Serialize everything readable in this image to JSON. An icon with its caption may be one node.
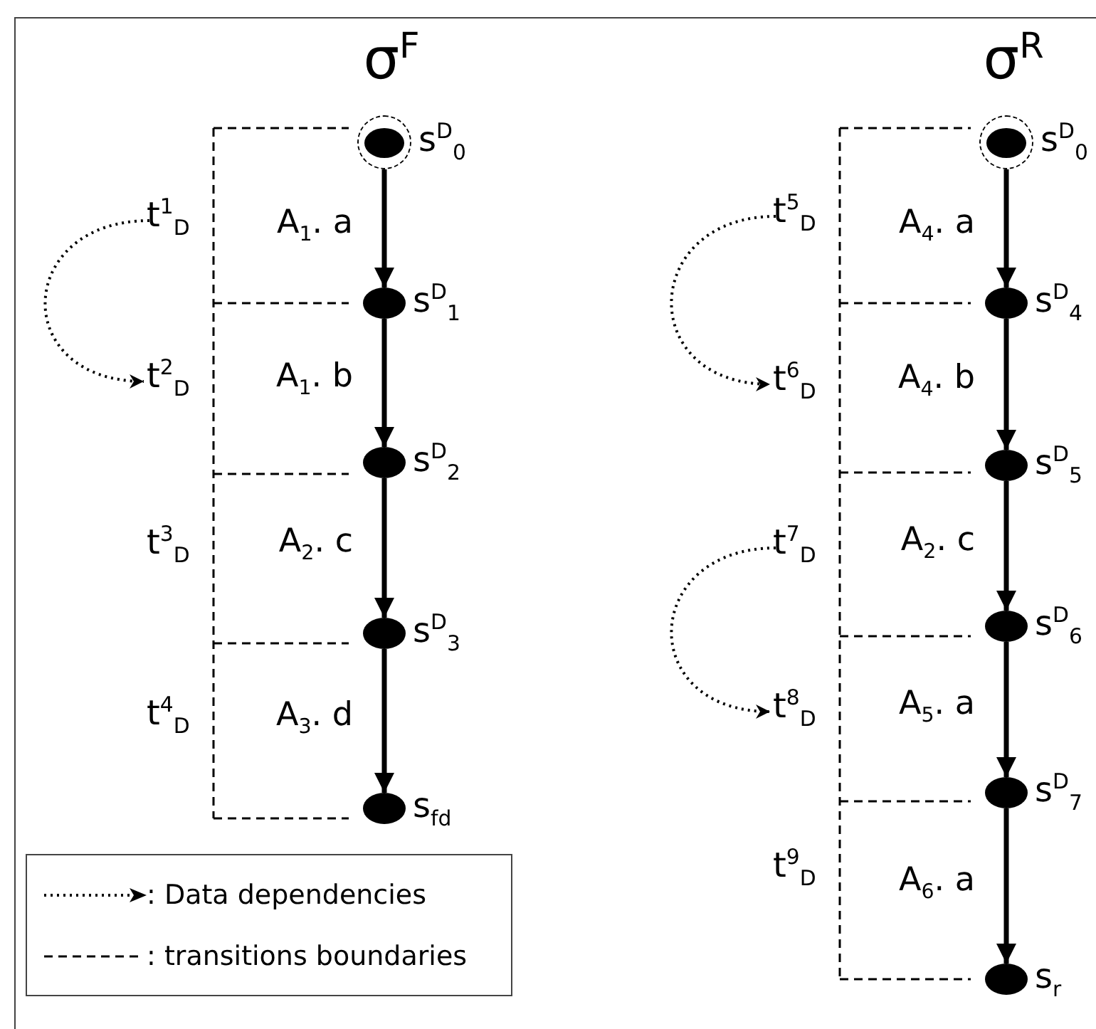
{
  "diagram": {
    "nodes": [
      {
        "text": [],
        "shape": "circle",
        "beside": [
          "s$^{D}$$_{0}$"
        ]
      },
      {
        "text": [],
        "shape": "circle",
        "beside": [
          "s$^{D}$$_{1}$"
        ]
      },
      {
        "text": [],
        "shape": "circle",
        "beside": [
          "s$^{D}$$_{2}$"
        ]
      },
      {
        "text": [],
        "shape": "circle",
        "beside": [
          "s$^{D}$$_{3}$"
        ]
      },
      {
        "text": [],
        "shape": "circle",
        "beside": [
          "s$_{fd}$"
        ]
      },
      {
        "text": [
          "t$^{1}$$_{D}$"
        ]
      },
      {
        "text": [
          "t$^{2}$$_{D}$"
        ]
      },
      {
        "text": [
          "t$^{3}$$_{D}$"
        ]
      },
      {
        "text": [
          "t$^{4}$$_{D}$"
        ]
      },
      {
        "text": [],
        "shape": "circle",
        "beside": [
          "s$^{D}$$_{0}$"
        ]
      },
      {
        "text": [],
        "shape": "circle",
        "beside": [
          "s$^{D}$$_{4}$"
        ]
      },
      {
        "text": [],
        "shape": "circle",
        "beside": [
          "s$^{D}$$_{5}$"
        ]
      },
      {
        "text": [],
        "shape": "circle",
        "beside": [
          "s$^{D}$$_{6}$"
        ]
      },
      {
        "text": [],
        "shape": "circle",
        "beside": [
          "s$^{D}$$_{7}$"
        ]
      },
      {
        "text": [],
        "shape": "circle",
        "beside": [
          "s$_{r}$"
        ]
      },
      {
        "text": [
          "t$^{5}$$_{D}$"
        ]
      },
      {
        "text": [
          "t$^{6}$$_{D}$"
        ]
      },
      {
        "text": [
          "t$^{7}$$_{D}$"
        ]
      },
      {
        "text": [
          "t$^{8}$$_{D}$"
        ]
      },
      {
        "text": [
          "t$^{9}$$_{D}$"
        ]
      }
    ],
    "edges": [
      {
        "from": 0,
        "to": 1,
        "arrow": "to",
        "label": "A$_{1}$. a"
      },
      {
        "from": 1,
        "to": 2,
        "arrow": "to",
        "label": "A$_{1}$. b"
      },
      {
        "from": 2,
        "to": 3,
        "arrow": "to",
        "label": "A$_{2}$. c"
      },
      {
        "from": 3,
        "to": 4,
        "arrow": "to",
        "label": "A$_{3}$. d"
      },
      {
        "from": 5,
        "to": 6,
        "arrow": "to",
        "style": "dashed"
      },
      {
        "from": 9,
        "to": 10,
        "arrow": "to",
        "label": "A$_{4}$. a"
      },
      {
        "from": 10,
        "to": 11,
        "arrow": "to",
        "label": "A$_{4}$. b"
      },
      {
        "from": 11,
        "to": 12,
        "arrow": "to",
        "label": "A$_{2}$. c"
      },
      {
        "from": 12,
        "to": 13,
        "arrow": "to",
        "label": "A$_{5}$. a"
      },
      {
        "from": 13,
        "to": 14,
        "arrow": "to",
        "label": "A$_{6}$. a"
      },
      {
        "from": 15,
        "to": 16,
        "arrow": "to",
        "style": "dashed"
      },
      {
        "from": 17,
        "to": 18,
        "arrow": "to",
        "style": "dashed"
      }
    ],
    "labels": [
      "σ$^{F}$",
      "σ$^{R}$"
    ],
    "legend": [
      {
        "text": ": Data dependencies"
      },
      {
        "text": ": transitions boundaries"
      }
    ]
  }
}
